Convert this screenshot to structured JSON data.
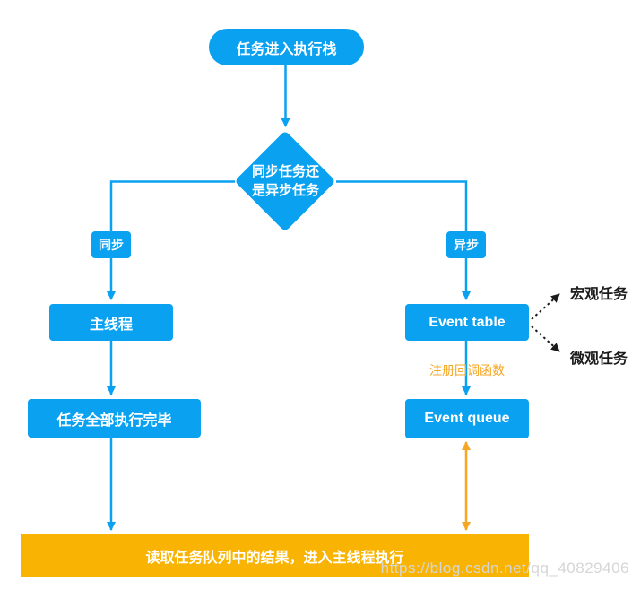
{
  "colors": {
    "node_blue": "#0aa1f1",
    "bar_orange": "#f9b403",
    "connector_orange": "#f5a623",
    "dashed_black": "#1b1b1b",
    "watermark_gray": "#d6d6d6"
  },
  "nodes": {
    "start": {
      "label": "任务进入执行栈"
    },
    "decision": {
      "line1": "同步任务还",
      "line2": "是异步任务"
    },
    "sync_tag": {
      "label": "同步"
    },
    "async_tag": {
      "label": "异步"
    },
    "main_thread": {
      "label": "主线程"
    },
    "tasks_complete": {
      "label": "任务全部执行完毕"
    },
    "event_table": {
      "label": "Event table"
    },
    "event_queue": {
      "label": "Event queue"
    },
    "read_queue_bar": {
      "label": "读取任务队列中的结果，进入主线程执行"
    }
  },
  "annotations": {
    "macro_task": "宏观任务",
    "micro_task": "微观任务",
    "register_callback": "注册回调函数",
    "watermark": "https://blog.csdn.net/qq_40829406"
  }
}
